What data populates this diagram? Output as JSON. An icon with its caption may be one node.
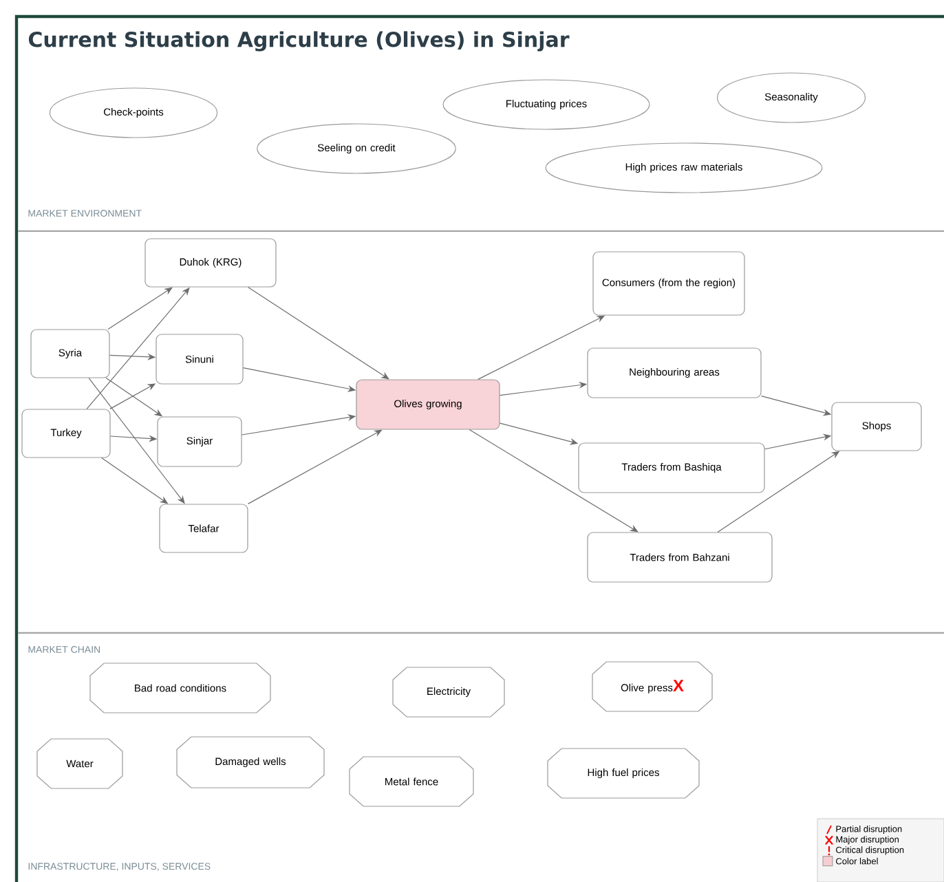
{
  "diagram": {
    "title": "Current Situation Agriculture (Olives) in Sinjar",
    "nodes": [
      {
        "text": [
          "Check-points"
        ]
      },
      {
        "text": [
          "Seeling on credit"
        ]
      },
      {
        "text": [
          "Fluctuating prices"
        ]
      },
      {
        "text": [
          "Seasonality"
        ]
      },
      {
        "text": [
          "High prices raw materials"
        ]
      },
      {
        "text": [
          "Duhok (KRG)"
        ]
      },
      {
        "text": [
          "Syria"
        ]
      },
      {
        "text": [
          "Turkey"
        ]
      },
      {
        "text": [
          "Sinuni"
        ]
      },
      {
        "text": [
          "Sinjar"
        ]
      },
      {
        "text": [
          "Telafar"
        ]
      },
      {
        "text": [
          "Olives growing"
        ]
      },
      {
        "text": [
          "Consumers (from the region)"
        ]
      },
      {
        "text": [
          "Neighbouring areas"
        ]
      },
      {
        "text": [
          "Traders from Bashiqa"
        ]
      },
      {
        "text": [
          "Traders from Bahzani"
        ]
      },
      {
        "text": [
          "Shops"
        ]
      },
      {
        "text": [
          "Bad road conditions"
        ]
      },
      {
        "text": [
          "Electricity"
        ]
      },
      {
        "text": [
          "Olive press",
          "X"
        ]
      },
      {
        "text": [
          "Water"
        ]
      },
      {
        "text": [
          "Damaged wells"
        ]
      },
      {
        "text": [
          "Metal fence"
        ]
      },
      {
        "text": [
          "High fuel prices"
        ]
      }
    ],
    "edges": [
      {
        "from": 6,
        "to": 5,
        "arrow": "to"
      },
      {
        "from": 6,
        "to": 8,
        "arrow": "to"
      },
      {
        "from": 6,
        "to": 9,
        "arrow": "to"
      },
      {
        "from": 6,
        "to": 10,
        "arrow": "to"
      },
      {
        "from": 7,
        "to": 5,
        "arrow": "to"
      },
      {
        "from": 7,
        "to": 8,
        "arrow": "to"
      },
      {
        "from": 7,
        "to": 9,
        "arrow": "to"
      },
      {
        "from": 7,
        "to": 10,
        "arrow": "to"
      },
      {
        "from": 5,
        "to": 11,
        "arrow": "to"
      },
      {
        "from": 8,
        "to": 11,
        "arrow": "to"
      },
      {
        "from": 9,
        "to": 11,
        "arrow": "to"
      },
      {
        "from": 10,
        "to": 11,
        "arrow": "to"
      },
      {
        "from": 11,
        "to": 12,
        "arrow": "to"
      },
      {
        "from": 11,
        "to": 13,
        "arrow": "to"
      },
      {
        "from": 11,
        "to": 14,
        "arrow": "to"
      },
      {
        "from": 11,
        "to": 15,
        "arrow": "to"
      },
      {
        "from": 13,
        "to": 16,
        "arrow": "to"
      },
      {
        "from": 14,
        "to": 16,
        "arrow": "to"
      },
      {
        "from": 15,
        "to": 16,
        "arrow": "to"
      }
    ],
    "labels": [
      "MARKET ENVIRONMENT",
      "MARKET CHAIN",
      "INFRASTRUCTURE, INPUTS, SERVICES"
    ],
    "legend": [
      {
        "text": "Partial disruption"
      },
      {
        "text": "Major disruption"
      },
      {
        "text": "Critical disruption"
      },
      {
        "text": "Color label",
        "color": "#f6cdd1"
      }
    ]
  }
}
